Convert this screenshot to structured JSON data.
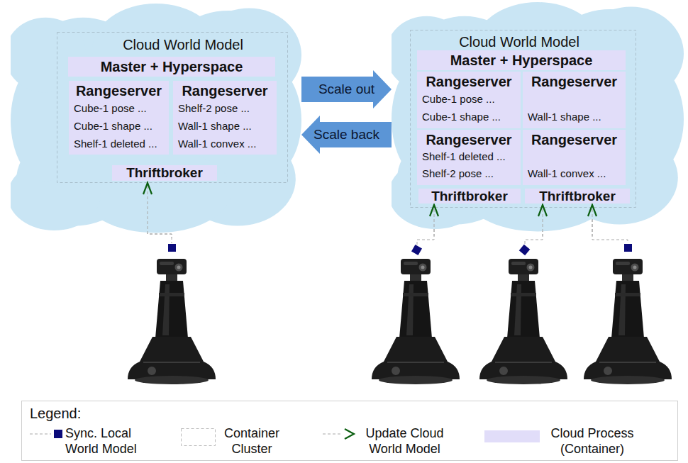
{
  "diagram": {
    "nodes": [
      {
        "text": [
          "Cloud World Model"
        ]
      },
      {
        "text": [
          "Master + Hyperspace"
        ],
        "in": 0
      },
      {
        "text": [
          "Rangeserver",
          "Cube-1 pose ...",
          "Cube-1 shape ...",
          "Shelf-1 deleted ..."
        ],
        "in": 0
      },
      {
        "text": [
          "Rangeserver",
          "Shelf-2 pose ...",
          "Wall-1 shape ...",
          "Wall-1 convex ..."
        ],
        "in": 0
      },
      {
        "text": [
          "Thriftbroker"
        ],
        "in": 0
      },
      {
        "text": [
          "Cloud World Model"
        ]
      },
      {
        "text": [
          "Master + Hyperspace"
        ],
        "in": 5
      },
      {
        "text": [
          "Rangeserver",
          "Cube-1 pose ...",
          "Cube-1 shape ..."
        ],
        "in": 5
      },
      {
        "text": [
          "Rangeserver",
          "Wall-1 shape ..."
        ],
        "in": 5
      },
      {
        "text": [
          "Rangeserver",
          "Shelf-1 deleted ...",
          "Shelf-2 pose ..."
        ],
        "in": 5
      },
      {
        "text": [
          "Rangeserver",
          "Wall-1 convex ..."
        ],
        "in": 5
      },
      {
        "text": [
          "Thriftbroker"
        ],
        "in": 5
      },
      {
        "text": [
          "Thriftbroker"
        ],
        "in": 5
      }
    ],
    "edges": [
      {
        "from": 0,
        "to": 5,
        "arrow": "to",
        "label": "Scale out"
      },
      {
        "from": 5,
        "to": 0,
        "arrow": "to",
        "label": "Scale back"
      }
    ],
    "labels": [
      "Legend:"
    ],
    "legend": [
      {
        "text": "Sync. Local World Model"
      },
      {
        "text": "Container Cluster"
      },
      {
        "text": "Update Cloud World Model"
      },
      {
        "text": "Cloud Process (Container)",
        "color": "#e1ddf9"
      }
    ]
  }
}
